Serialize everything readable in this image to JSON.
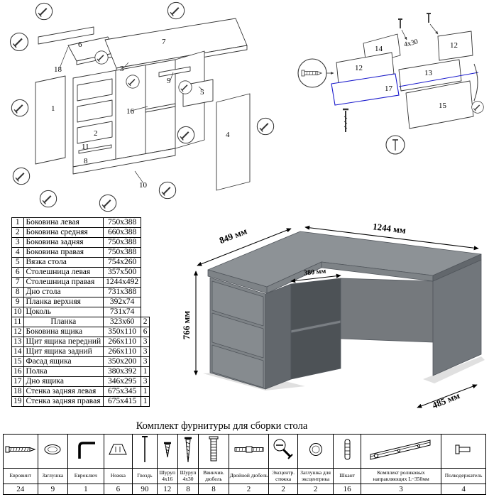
{
  "colors": {
    "accent_blue": "#1a1acc",
    "desk_top": "#8d9296",
    "desk_front": "#7e8387",
    "desk_drawer": "#868b8f",
    "desk_side": "#62676c",
    "desk_dark": "#4d5256",
    "desk_shelf": "#7a7f83",
    "desk_back": "#75797d",
    "desk_panel": "#71767b",
    "shadow": "#e0e0e0"
  },
  "exploded_main": {
    "labels": {
      "p1": "1",
      "p2": "2",
      "p3": "3",
      "p4": "4",
      "p5": "5",
      "p6": "6",
      "p7": "7",
      "p8": "8",
      "p9": "9",
      "p10": "10",
      "p11": "11",
      "p16": "16",
      "p18": "18"
    }
  },
  "exploded_drawer": {
    "labels": {
      "p12a": "12",
      "p12b": "12",
      "p13": "13",
      "p14": "14",
      "p15": "15",
      "p17": "17"
    },
    "screw_label": "4x30"
  },
  "parts_table": {
    "rows": [
      {
        "num": "1",
        "name": "Боковина левая",
        "size": "750x388",
        "qty": ""
      },
      {
        "num": "2",
        "name": "Боковина средняя",
        "size": "660x388",
        "qty": ""
      },
      {
        "num": "3",
        "name": "Боковина задняя",
        "size": "750x388",
        "qty": ""
      },
      {
        "num": "4",
        "name": "Боковина правая",
        "size": "750x388",
        "qty": ""
      },
      {
        "num": "5",
        "name": "Вязка стола",
        "size": "754x260",
        "qty": ""
      },
      {
        "num": "6",
        "name": "Столешница левая",
        "size": "357x500",
        "qty": ""
      },
      {
        "num": "7",
        "name": "Столешница правая",
        "size": "1244x492",
        "qty": ""
      },
      {
        "num": "8",
        "name": "Дно стола",
        "size": "731x388",
        "qty": ""
      },
      {
        "num": "9",
        "name": "Планка верхняя",
        "size": "392x74",
        "qty": ""
      },
      {
        "num": "10",
        "name": "Цоколь",
        "size": "731x74",
        "qty": ""
      },
      {
        "num": "11",
        "name": "Планка",
        "size": "323x60",
        "qty": "2"
      },
      {
        "num": "12",
        "name": "Боковина ящика",
        "size": "350x110",
        "qty": "6"
      },
      {
        "num": "13",
        "name": "Щит ящика передний",
        "size": "266x110",
        "qty": "3"
      },
      {
        "num": "14",
        "name": "Щит ящика задний",
        "size": "266x110",
        "qty": "3"
      },
      {
        "num": "15",
        "name": "Фасад ящика",
        "size": "350x200",
        "qty": "3"
      },
      {
        "num": "16",
        "name": "Полка",
        "size": "380x392",
        "qty": "1"
      },
      {
        "num": "17",
        "name": "Дно ящика",
        "size": "346x295",
        "qty": "3"
      },
      {
        "num": "18",
        "name": "Стенка задняя левая",
        "size": "675x345",
        "qty": "1"
      },
      {
        "num": "19",
        "name": "Стенка задняя правая",
        "size": "675x415",
        "qty": "1"
      }
    ]
  },
  "desk": {
    "dim_depth_left": "849 мм",
    "dim_width": "1244 мм",
    "dim_height": "766 мм",
    "dim_inner": "380 мм",
    "dim_depth_right": "485 мм"
  },
  "hardware": {
    "title": "Комплект фурнитуры для сборки стола",
    "items": [
      {
        "name": "Евровинт",
        "qty": "24"
      },
      {
        "name": "Заглушка",
        "qty": "9"
      },
      {
        "name": "Евроключ",
        "qty": "1"
      },
      {
        "name": "Ножка",
        "qty": "6"
      },
      {
        "name": "Гвоздь",
        "qty": "90"
      },
      {
        "name": "Шуруп 4x16",
        "qty": "12"
      },
      {
        "name": "Шуруп 4x30",
        "qty": "8"
      },
      {
        "name": "Ввинчив. дюбель",
        "qty": "8"
      },
      {
        "name": "Двойной дюбель",
        "qty": "2"
      },
      {
        "name": "Эксцентр. стяжка",
        "qty": "2"
      },
      {
        "name": "Заглушка для эксцентрика",
        "qty": "2"
      },
      {
        "name": "Шкант",
        "qty": "16"
      },
      {
        "name": "Комплект роликовых направляющих L~350мм",
        "qty": "3"
      },
      {
        "name": "Полкодержатель",
        "qty": "4"
      }
    ]
  }
}
